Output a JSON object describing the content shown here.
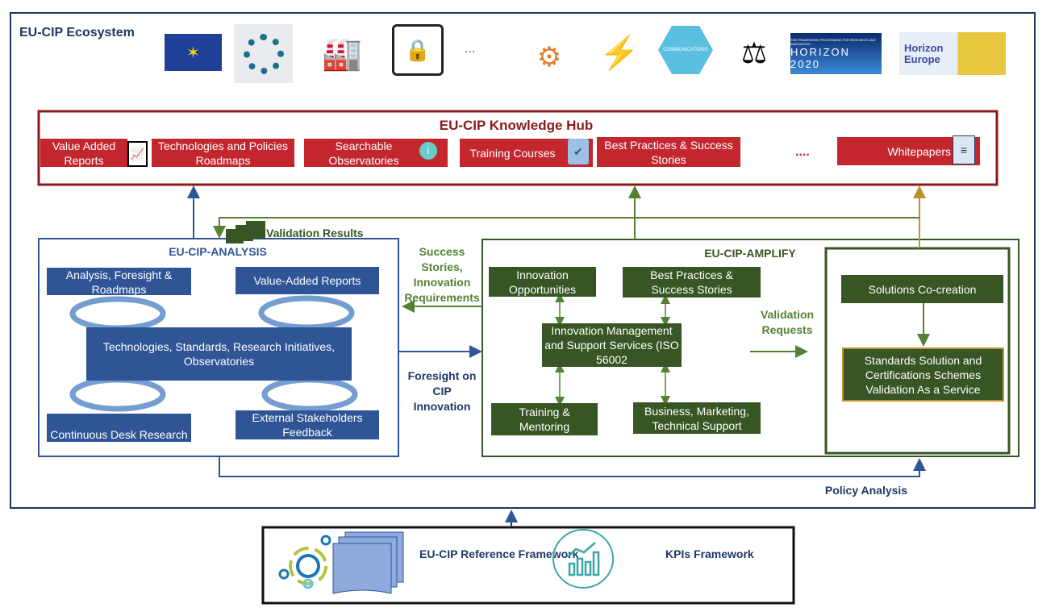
{
  "ecosystem": {
    "title": "EU-CIP Ecosystem",
    "ellipsis": "...",
    "logos": [
      "eu-flag",
      "puzzle-people",
      "factory-power",
      "chip-lock",
      "smart-city",
      "power-pylon",
      "communications",
      "person-justice",
      "horizon-2020",
      "horizon-europe"
    ],
    "horizon2020": "HORIZON 2020",
    "horizon2020_caption": "THE FRAMEWORK PROGRAMME FOR RESEARCH AND INNOVATION",
    "horizon_europe": "Horizon Europe",
    "communications": "COMMUNICATIONS"
  },
  "hub": {
    "title": "EU-CIP Knowledge Hub",
    "items": [
      "Value Added Reports",
      "Technologies and Policies Roadmaps",
      "Searchable Observatories",
      "Training Courses",
      "Best Practices & Success Stories",
      "....",
      "Whitepapers"
    ]
  },
  "analysis": {
    "title": "EU-CIP-ANALYSIS",
    "items": [
      "Analysis, Foresight & Roadmaps",
      "Value-Added Reports",
      "Technologies, Standards, Research Initiatives, Observatories",
      "Continuous Desk Research",
      "External Stakeholders Feedback"
    ]
  },
  "amplify": {
    "title": "EU-CIP-AMPLIFY",
    "items": [
      "Innovation Opportunities",
      "Best Practices & Success Stories",
      "Innovation Management and Support Services (ISO 56002",
      "Training & Mentoring",
      "Business, Marketing, Technical Support",
      "Solutions Co-creation",
      "Standards Solution and Certifications Schemes Validation As a Service"
    ]
  },
  "flows": {
    "validation_results": "Validation Results",
    "success_stories": "Success Stories, Innovation Requirements",
    "foresight": "Foresight on CIP Innovation",
    "validation_requests": "Validation Requests",
    "policy_analysis": "Policy Analysis"
  },
  "foundation": {
    "reference": "EU-CIP Reference Framework",
    "kpis": "KPIs Framework"
  },
  "colors": {
    "blue": "#2f5597",
    "red": "#c4262e",
    "darkred": "#8b1a1a",
    "green": "#375623",
    "lightgreen": "#548235",
    "orange": "#c09030",
    "navy": "#1f3864"
  }
}
